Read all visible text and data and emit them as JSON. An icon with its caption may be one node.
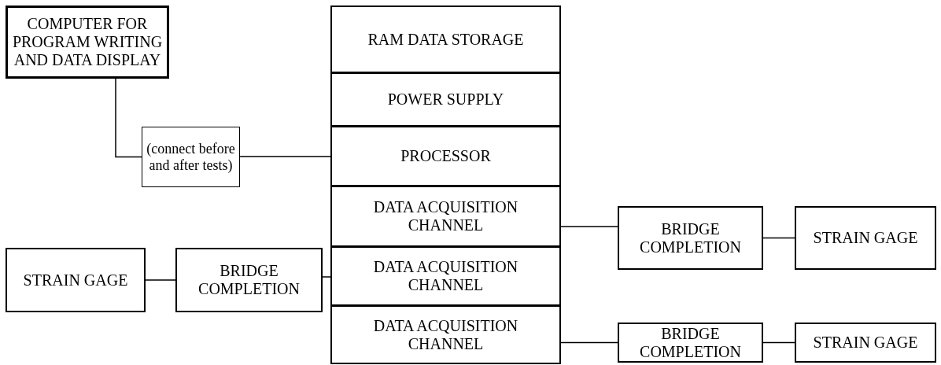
{
  "diagram": {
    "nodes": [
      {
        "text": [
          "COMPUTER FOR PROGRAM WRITING AND DATA DISPLAY"
        ]
      },
      {
        "text": [
          "(connect before and after tests)"
        ]
      },
      {
        "text": [
          "RAM DATA STORAGE"
        ]
      },
      {
        "text": [
          "POWER SUPPLY"
        ]
      },
      {
        "text": [
          "PROCESSOR"
        ]
      },
      {
        "text": [
          "DATA ACQUISITION CHANNEL"
        ]
      },
      {
        "text": [
          "BRIDGE COMPLETION"
        ]
      },
      {
        "text": [
          "STRAIN GAGE"
        ]
      },
      {
        "text": [
          "STRAIN GAGE"
        ]
      },
      {
        "text": [
          "BRIDGE COMPLETION"
        ]
      },
      {
        "text": [
          "DATA ACQUISITION CHANNEL"
        ]
      },
      {
        "text": [
          "DATA ACQUISITION CHANNEL"
        ]
      },
      {
        "text": [
          "BRIDGE COMPLETION"
        ]
      },
      {
        "text": [
          "STRAIN GAGE"
        ]
      }
    ],
    "edges": [
      {
        "from": 0,
        "to": 1,
        "arrow": "none"
      },
      {
        "from": 1,
        "to": 4,
        "arrow": "none"
      },
      {
        "from": 5,
        "to": 6,
        "arrow": "none"
      },
      {
        "from": 6,
        "to": 7,
        "arrow": "none"
      },
      {
        "from": 8,
        "to": 9,
        "arrow": "none"
      },
      {
        "from": 9,
        "to": 10,
        "arrow": "none"
      },
      {
        "from": 11,
        "to": 12,
        "arrow": "none"
      },
      {
        "from": 12,
        "to": 13,
        "arrow": "none"
      }
    ]
  }
}
